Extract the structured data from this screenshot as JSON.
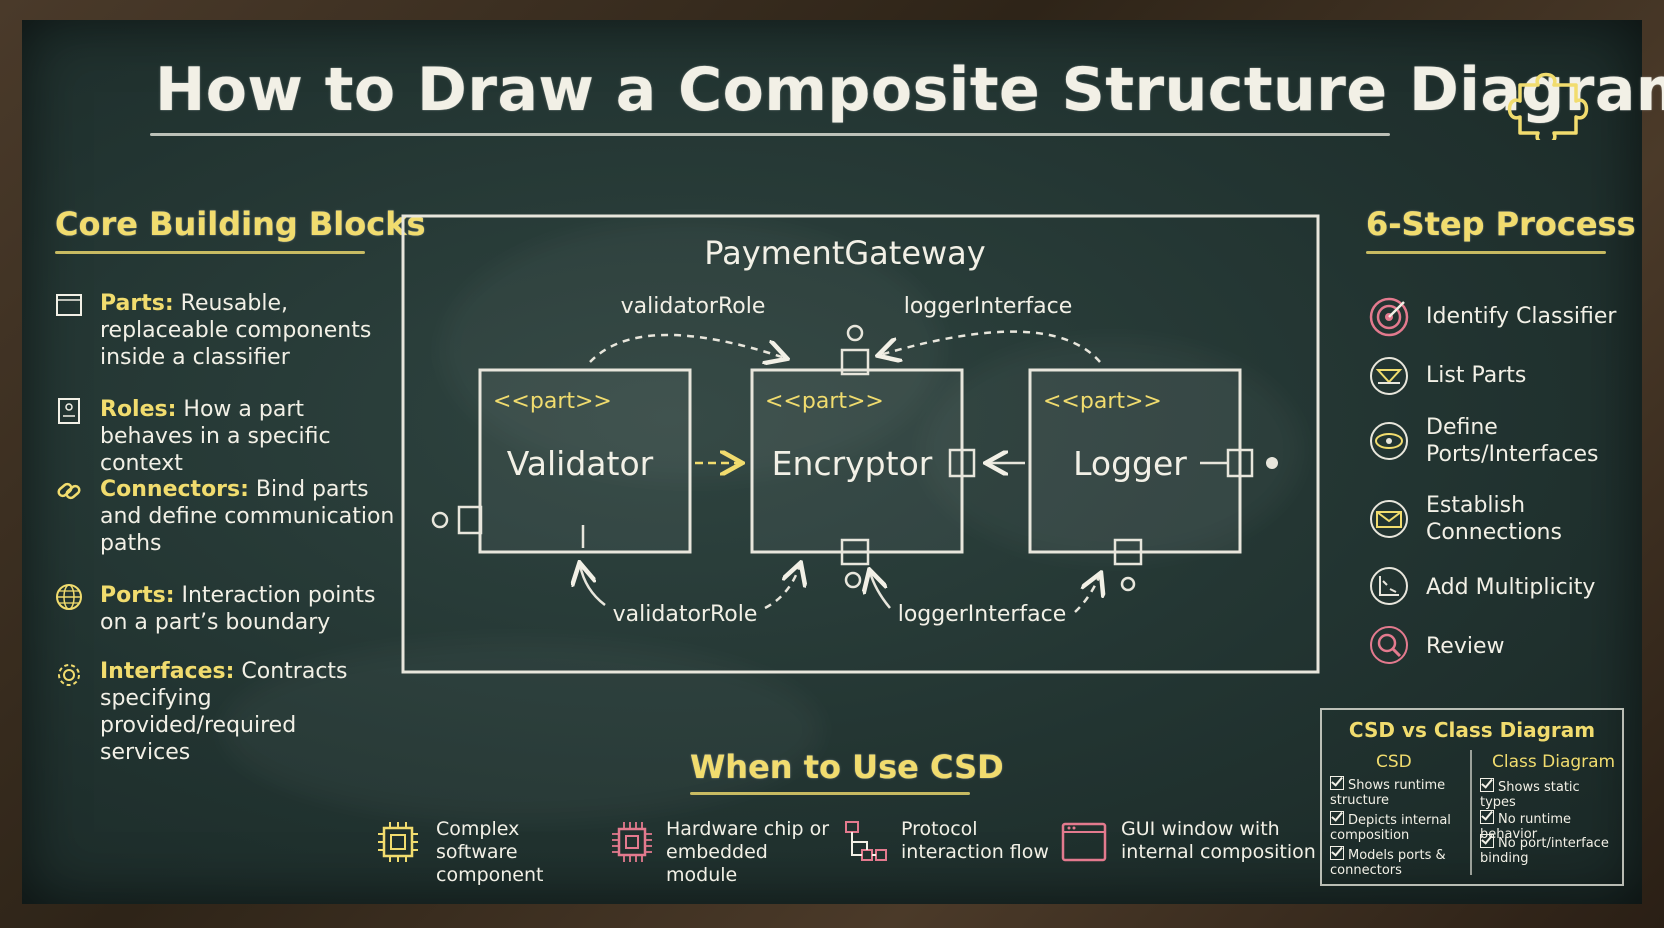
{
  "title": "How to Draw a Composite Structure Diagram",
  "icons": {
    "title": "puzzle-piece-icon"
  },
  "left": {
    "heading": "Core Building Blocks",
    "items": [
      {
        "term": "Parts:",
        "desc": "Reusable, replaceable components inside a classifier",
        "icon": "window-box-icon"
      },
      {
        "term": "Roles:",
        "desc": "How a part behaves in a specific context",
        "icon": "role-card-icon"
      },
      {
        "term": "Connectors:",
        "desc": "Bind parts and define communication paths",
        "icon": "link-icon"
      },
      {
        "term": "Ports:",
        "desc": "Interaction points on a part’s boundary",
        "icon": "globe-icon"
      },
      {
        "term": "Interfaces:",
        "desc": "Contracts specifying provided/required services",
        "icon": "gear-icon"
      }
    ]
  },
  "diagram": {
    "classifier": "PaymentGateway",
    "stereotype": "<<part>>",
    "parts": [
      "Validator",
      "Encryptor",
      "Logger"
    ],
    "labels": {
      "top_left": "validatorRole",
      "top_right": "loggerInterface",
      "bottom_left": "validatorRole",
      "bottom_right": "loggerInterface"
    }
  },
  "right": {
    "heading": "6-Step Process",
    "steps": [
      {
        "label": "Identify Classifier",
        "icon": "target-icon"
      },
      {
        "label": "List Parts",
        "icon": "list-icon"
      },
      {
        "label": "Define Ports/Interfaces",
        "icon": "ports-icon"
      },
      {
        "label": "Establish Connections",
        "icon": "connections-icon"
      },
      {
        "label": "Add Multiplicity",
        "icon": "multiplicity-icon"
      },
      {
        "label": "Review",
        "icon": "magnifier-icon"
      }
    ]
  },
  "comparison": {
    "heading": "CSD vs Class Diagram",
    "csd_title": "CSD",
    "class_title": "Class Diagram",
    "csd_items": [
      "Shows runtime structure",
      "Depicts internal composition",
      "Models ports & connectors"
    ],
    "class_items": [
      "Shows static types",
      "No runtime behavior",
      "No port/interface binding"
    ]
  },
  "usage": {
    "heading": "When to Use CSD",
    "items": [
      {
        "label": "Complex software component",
        "icon": "puzzle-cube-icon"
      },
      {
        "label": "Hardware chip or embedded module",
        "icon": "chip-icon"
      },
      {
        "label": "Protocol interaction flow",
        "icon": "flow-icon"
      },
      {
        "label": "GUI window with internal composition",
        "icon": "window-icon"
      }
    ]
  },
  "colors": {
    "chalk": "#f2f0e6",
    "yellow": "#f1dc6e",
    "pink": "#e37a8e",
    "board": "#223431"
  }
}
